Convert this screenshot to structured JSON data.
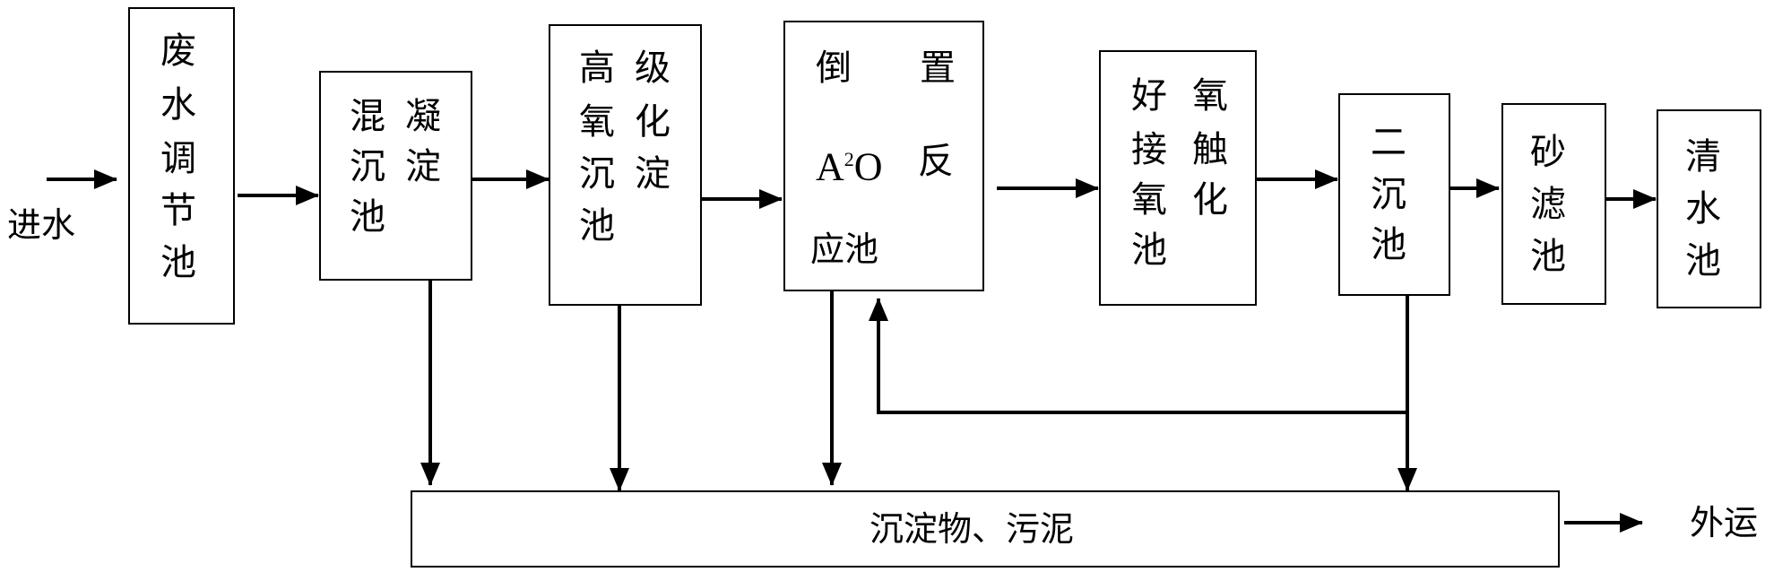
{
  "inlet_label": "进水",
  "outlet_label": "外运",
  "units": {
    "equalization": {
      "chars": [
        "废",
        "水",
        "调",
        "节",
        "池"
      ]
    },
    "coag_settling": {
      "col1": [
        "混",
        "沉",
        "池"
      ],
      "col2": [
        "凝",
        "淀"
      ]
    },
    "adv_oxidation": {
      "col1": [
        "高",
        "氧",
        "沉",
        "池"
      ],
      "col2": [
        "级",
        "化",
        "淀"
      ]
    },
    "a2o": {
      "r1_left": "倒",
      "r1_right": "置",
      "r2_a": "A",
      "r2_sup": "2",
      "r2_o": "O",
      "r2_right": "反",
      "r3": "应池"
    },
    "aerobic_contact": {
      "col1": [
        "好",
        "接",
        "氧",
        "池"
      ],
      "col2": [
        "氧",
        "触",
        "化"
      ]
    },
    "secondary_clarifier": {
      "chars": [
        "二",
        "沉",
        "池"
      ]
    },
    "sand_filter": {
      "chars": [
        "砂",
        "滤",
        "池"
      ]
    },
    "clear_water": {
      "chars": [
        "清",
        "水",
        "池"
      ]
    }
  },
  "sludge_box": {
    "label": "沉淀物、污泥"
  }
}
